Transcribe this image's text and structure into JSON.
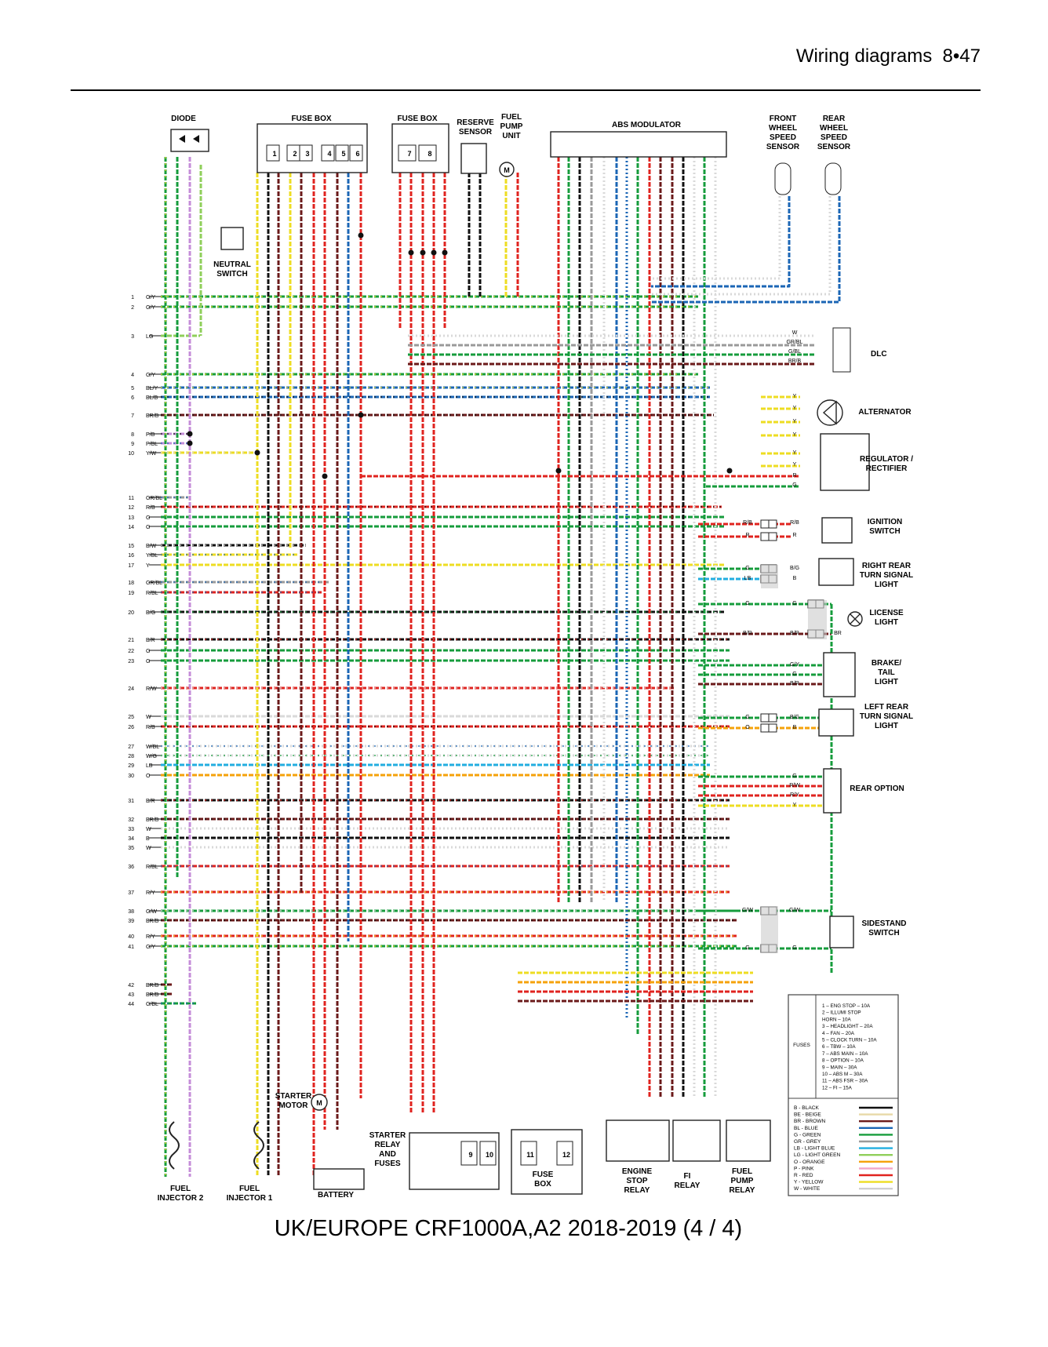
{
  "header": {
    "section": "Wiring diagrams",
    "page": "8•47"
  },
  "title": "UK/EUROPE CRF1000A,A2 2018-2019 (4 / 4)",
  "colors": {
    "B": "#111111",
    "BR": "#6b1a1a",
    "BL": "#1b66b5",
    "G": "#169c3c",
    "GR": "#9a9a9a",
    "LB": "#22aee0",
    "LG": "#8fcf5a",
    "O": "#f5a20a",
    "P": "#c58cd8",
    "R": "#e0231f",
    "Y": "#eedd22",
    "W": "#d9d9d9",
    "GY": "#66bb33"
  },
  "components": [
    {
      "id": "diode",
      "label": "DIODE"
    },
    {
      "id": "fusebox1",
      "label": "FUSE BOX"
    },
    {
      "id": "fusebox2",
      "label": "FUSE BOX"
    },
    {
      "id": "reserve",
      "label": "RESERVE\nSENSOR"
    },
    {
      "id": "fuelpump",
      "label": "FUEL\nPUMP\nUNIT"
    },
    {
      "id": "abs",
      "label": "ABS MODULATOR"
    },
    {
      "id": "fwss",
      "label": "FRONT\nWHEEL\nSPEED\nSENSOR"
    },
    {
      "id": "rwss",
      "label": "REAR\nWHEEL\nSPEED\nSENSOR"
    },
    {
      "id": "neutral",
      "label": "NEUTRAL\nSWITCH"
    },
    {
      "id": "dlc",
      "label": "DLC"
    },
    {
      "id": "alternator",
      "label": "ALTERNATOR"
    },
    {
      "id": "regulator",
      "label": "REGULATOR /\nRECTIFIER"
    },
    {
      "id": "ignition",
      "label": "IGNITION\nSWITCH"
    },
    {
      "id": "rrturn",
      "label": "RIGHT REAR\nTURN SIGNAL\nLIGHT"
    },
    {
      "id": "license",
      "label": "LICENSE\nLIGHT"
    },
    {
      "id": "brake",
      "label": "BRAKE/\nTAIL\nLIGHT"
    },
    {
      "id": "lrturn",
      "label": "LEFT REAR\nTURN SIGNAL\nLIGHT"
    },
    {
      "id": "rearopt",
      "label": "REAR OPTION"
    },
    {
      "id": "sidestand",
      "label": "SIDESTAND\nSWITCH"
    },
    {
      "id": "starter",
      "label": "STARTER\nMOTOR"
    },
    {
      "id": "starterrelay",
      "label": "STARTER\nRELAY\nAND\nFUSES"
    },
    {
      "id": "battery",
      "label": "BATTERY"
    },
    {
      "id": "fusebox3",
      "label": "FUSE\nBOX"
    },
    {
      "id": "esrelay",
      "label": "ENGINE\nSTOP\nRELAY"
    },
    {
      "id": "firelay",
      "label": "FI\nRELAY"
    },
    {
      "id": "fprelay",
      "label": "FUEL\nPUMP\nRELAY"
    },
    {
      "id": "inj2",
      "label": "FUEL\nINJECTOR 2"
    },
    {
      "id": "inj1",
      "label": "FUEL\nINJECTOR 1"
    }
  ],
  "wires": [
    {
      "n": "1",
      "c": "G/Y"
    },
    {
      "n": "2",
      "c": "G/Y"
    },
    {
      "n": "3",
      "c": "LG"
    },
    {
      "n": "4",
      "c": "G/Y"
    },
    {
      "n": "5",
      "c": "BL/Y"
    },
    {
      "n": "6",
      "c": "BL/B"
    },
    {
      "n": "7",
      "c": "BR/B"
    },
    {
      "n": "8",
      "c": "P/B"
    },
    {
      "n": "9",
      "c": "P/BL"
    },
    {
      "n": "10",
      "c": "Y/W"
    },
    {
      "n": "11",
      "c": "GR/BL"
    },
    {
      "n": "12",
      "c": "R/B"
    },
    {
      "n": "13",
      "c": "G"
    },
    {
      "n": "14",
      "c": "G"
    },
    {
      "n": "15",
      "c": "B/W"
    },
    {
      "n": "16",
      "c": "Y/BL"
    },
    {
      "n": "17",
      "c": "Y"
    },
    {
      "n": "18",
      "c": "GR/BL"
    },
    {
      "n": "19",
      "c": "R/BL"
    },
    {
      "n": "20",
      "c": "B/G"
    },
    {
      "n": "21",
      "c": "B/R"
    },
    {
      "n": "22",
      "c": "G"
    },
    {
      "n": "23",
      "c": "G"
    },
    {
      "n": "24",
      "c": "R/W"
    },
    {
      "n": "25",
      "c": "W"
    },
    {
      "n": "26",
      "c": "R/B"
    },
    {
      "n": "27",
      "c": "W/BL"
    },
    {
      "n": "28",
      "c": "W/G"
    },
    {
      "n": "29",
      "c": "LB"
    },
    {
      "n": "30",
      "c": "O"
    },
    {
      "n": "31",
      "c": "B/R"
    },
    {
      "n": "32",
      "c": "BR/B"
    },
    {
      "n": "33",
      "c": "W"
    },
    {
      "n": "34",
      "c": "B"
    },
    {
      "n": "35",
      "c": "W"
    },
    {
      "n": "36",
      "c": "R/BL"
    },
    {
      "n": "37",
      "c": "R/Y"
    },
    {
      "n": "38",
      "c": "G/W"
    },
    {
      "n": "39",
      "c": "BR/B"
    },
    {
      "n": "40",
      "c": "R/Y"
    },
    {
      "n": "41",
      "c": "G/Y"
    },
    {
      "n": "42",
      "c": "BR/B"
    },
    {
      "n": "43",
      "c": "BR/B"
    },
    {
      "n": "44",
      "c": "G/BL"
    }
  ],
  "fuses_label": "FUSES",
  "fuses": [
    "1 – ENG STOP – 10A",
    "2 – ILLUMI STOP",
    "HORN – 10A",
    "3 – HEADLIGHT – 20A",
    "4 – FAN – 20A",
    "5 – CLOCK TURN – 10A",
    "6 – TBW – 10A",
    "7 – ABS MAIN – 10A",
    "8 – OPTION – 10A",
    "9 – MAIN – 30A",
    "10 – ABS M – 30A",
    "11 – ABS FSR – 30A",
    "12 – FI – 15A"
  ],
  "legend": [
    {
      "code": "B - BLACK",
      "c": "B"
    },
    {
      "code": "BE - BEIGE",
      "c": "BE"
    },
    {
      "code": "BR - BROWN",
      "c": "BR"
    },
    {
      "code": "BL - BLUE",
      "c": "BL"
    },
    {
      "code": "G - GREEN",
      "c": "G"
    },
    {
      "code": "GR - GREY",
      "c": "GR"
    },
    {
      "code": "LB - LIGHT BLUE",
      "c": "LB"
    },
    {
      "code": "LG - LIGHT GREEN",
      "c": "LG"
    },
    {
      "code": "O - ORANGE",
      "c": "O"
    },
    {
      "code": "P - PINK",
      "c": "P"
    },
    {
      "code": "R - RED",
      "c": "R"
    },
    {
      "code": "Y - YELLOW",
      "c": "Y"
    },
    {
      "code": "W - WHITE",
      "c": "W"
    }
  ],
  "legend_colors": {
    "B": "#111111",
    "BE": "#e8d9a8",
    "BR": "#6b1a1a",
    "BL": "#1b66b5",
    "G": "#169c3c",
    "GR": "#9a9a9a",
    "LB": "#22aee0",
    "LG": "#8fcf5a",
    "O": "#f5a20a",
    "P": "#f2a6c8",
    "R": "#e0231f",
    "Y": "#eedd22",
    "W": "#d0d0d0"
  },
  "fuse_numbers": [
    "1",
    "2",
    "3",
    "4",
    "5",
    "6",
    "7",
    "8",
    "9",
    "10",
    "11",
    "12"
  ]
}
